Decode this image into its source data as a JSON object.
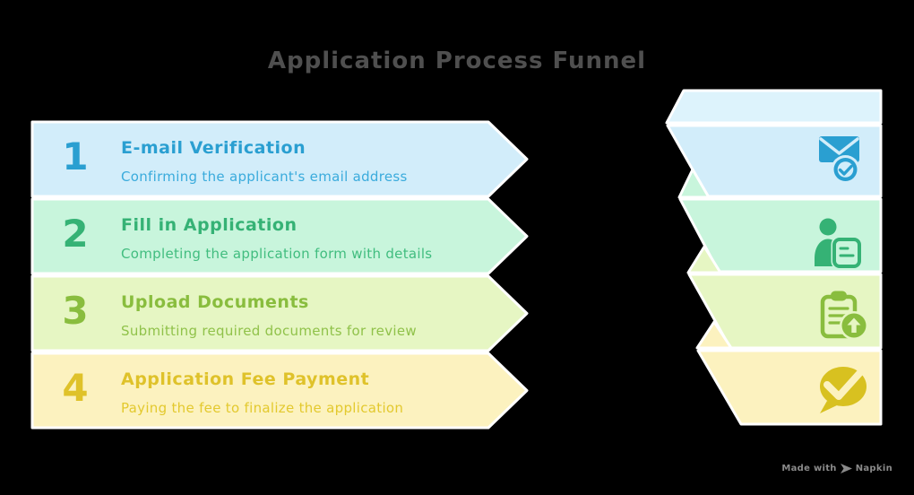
{
  "title": "Application Process Funnel",
  "title_color": "#4f4f4f",
  "background_color": "#000000",
  "steps": [
    {
      "number": "1",
      "title": "E-mail Verification",
      "description": "Confirming the applicant's email address",
      "accent_color": "#2a9fd1",
      "fill_color": "#d2edfa",
      "icon": "mail-check-icon"
    },
    {
      "number": "2",
      "title": "Fill in Application",
      "description": "Completing the application form with details",
      "accent_color": "#35b275",
      "fill_color": "#c8f5dc",
      "icon": "person-form-icon"
    },
    {
      "number": "3",
      "title": "Upload Documents",
      "description": "Submitting required documents for review",
      "accent_color": "#89bd3e",
      "fill_color": "#e6f6c3",
      "icon": "clipboard-upload-icon"
    },
    {
      "number": "4",
      "title": "Application Fee Payment",
      "description": "Paying the fee to finalize the application",
      "accent_color": "#dfc22a",
      "fill_color": "#fcf2bf",
      "icon": "chat-check-icon"
    }
  ],
  "footer": {
    "made_with": "Made with",
    "brand": "Napkin"
  }
}
